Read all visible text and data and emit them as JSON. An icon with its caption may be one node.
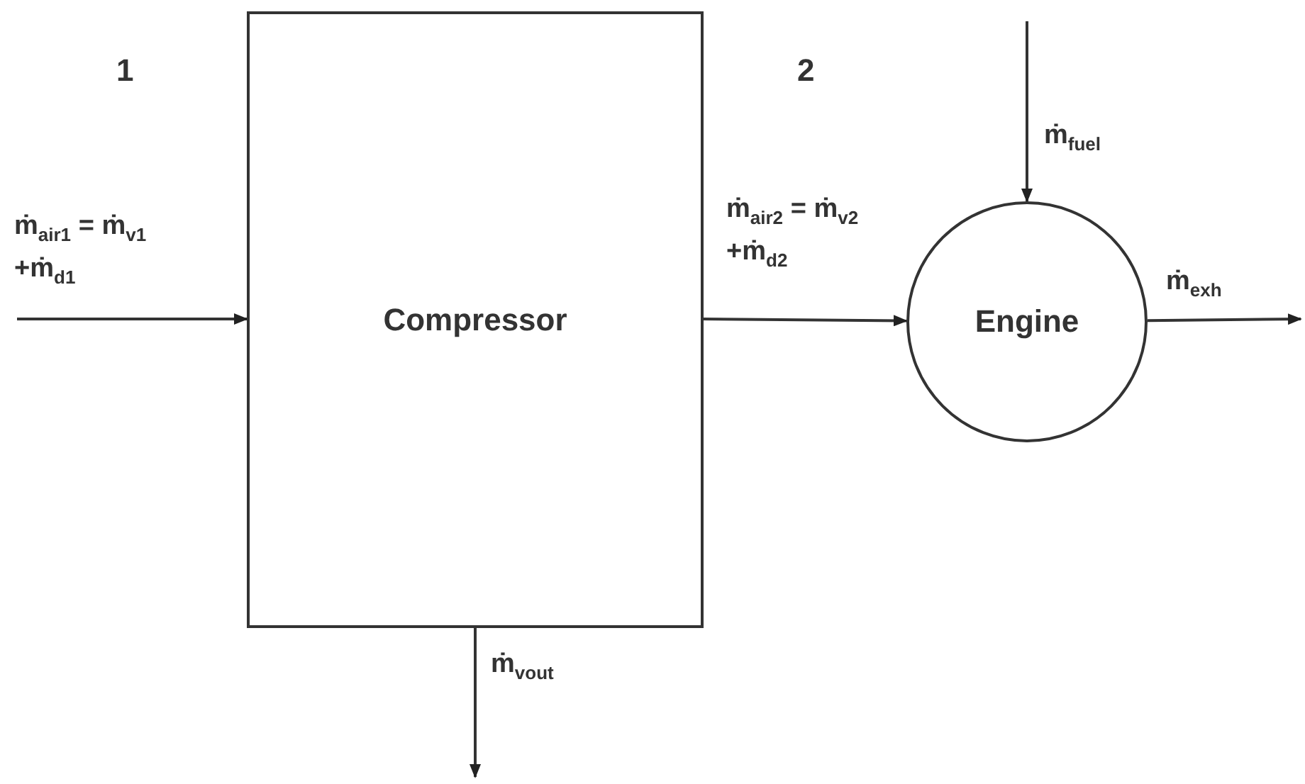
{
  "diagram": {
    "nodes": [
      {
        "text": [
          "Compressor"
        ]
      },
      {
        "text": [
          "Engine"
        ]
      }
    ],
    "edges": [
      {
        "from": null,
        "to": 0,
        "arrow": "to",
        "label": "ṁ$_{air1}$ = ṁ$_{v1}$ +ṁ$_{d1}$"
      },
      {
        "from": 0,
        "to": 1,
        "arrow": "to",
        "label": "ṁ$_{air2}$ = ṁ$_{v2}$ +ṁ$_{d2}$"
      },
      {
        "from": null,
        "to": 1,
        "arrow": "to",
        "label": "ṁ$_{fuel}$"
      },
      {
        "from": 1,
        "to": null,
        "arrow": "to",
        "label": "ṁ$_{exh}$"
      },
      {
        "from": 0,
        "to": null,
        "arrow": "to",
        "label": "ṁ$_{vout}$"
      }
    ],
    "labels": [
      "1",
      "2"
    ]
  }
}
